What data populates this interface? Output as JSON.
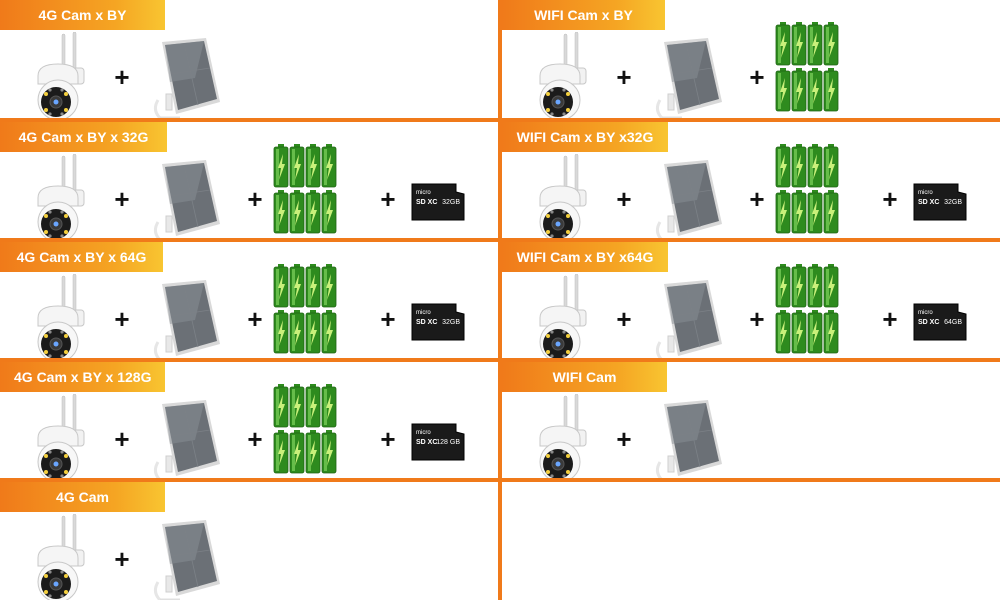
{
  "cells": [
    {
      "label": "4G Cam x BY",
      "items": [
        "camera",
        "solar"
      ]
    },
    {
      "label": "WIFI Cam x BY",
      "items": [
        "camera",
        "solar",
        "batteries"
      ]
    },
    {
      "label": "4G Cam x BY x 32G",
      "items": [
        "camera",
        "solar",
        "batteries",
        "sdcard"
      ],
      "card_capacity": "32GB"
    },
    {
      "label": "WIFI Cam x BY x32G",
      "items": [
        "camera",
        "solar",
        "batteries",
        "sdcard"
      ],
      "card_capacity": "32GB"
    },
    {
      "label": "4G Cam x BY x 64G",
      "items": [
        "camera",
        "solar",
        "batteries",
        "sdcard"
      ],
      "card_capacity": "32GB"
    },
    {
      "label": "WIFI Cam x BY x64G",
      "items": [
        "camera",
        "solar",
        "batteries",
        "sdcard"
      ],
      "card_capacity": "64GB"
    },
    {
      "label": "4G Cam x BY x 128G",
      "items": [
        "camera",
        "solar",
        "batteries",
        "sdcard"
      ],
      "card_capacity": "128 GB"
    },
    {
      "label": "WIFI Cam",
      "items": [
        "camera",
        "solar"
      ]
    },
    {
      "label": "4G Cam",
      "items": [
        "camera",
        "solar"
      ]
    }
  ],
  "card_brand": "micro",
  "card_marks": "SD XC",
  "plus_symbol": "+",
  "colors": {
    "accent": "#f07a1a",
    "label_end": "#f8c531",
    "battery": "#2e8b1e",
    "card": "#1a1a1a"
  }
}
